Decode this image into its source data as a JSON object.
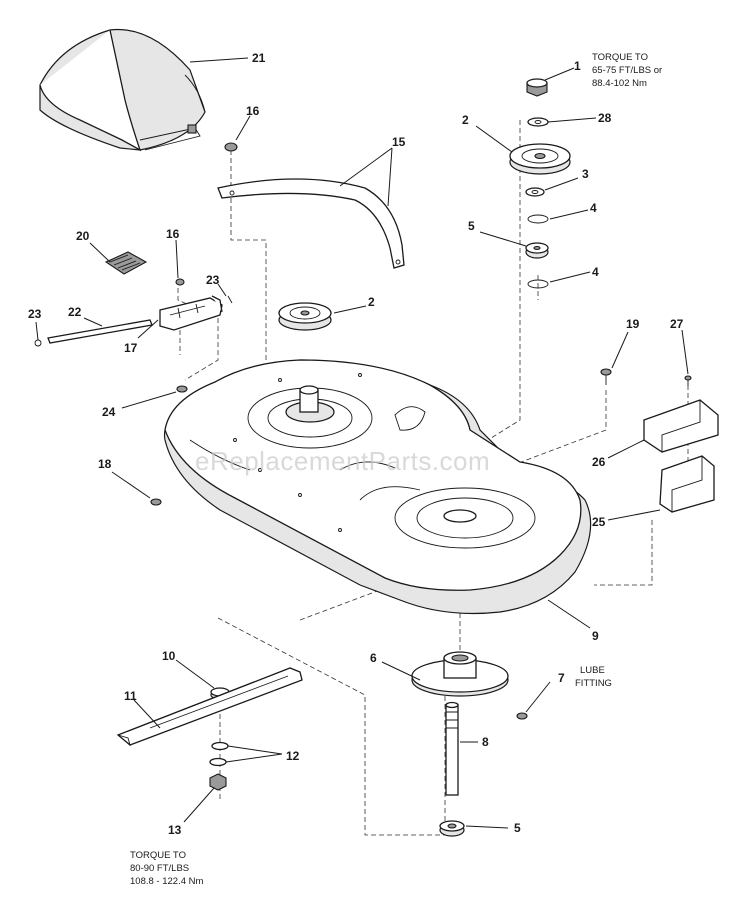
{
  "watermark": "eReplacementParts.com",
  "notes": {
    "torque_top": [
      "TORQUE TO",
      "65-75 FT/LBS or",
      "88.4-102 Nm"
    ],
    "torque_bottom": [
      "TORQUE TO",
      "80-90 FT/LBS",
      "108.8 - 122.4 Nm"
    ],
    "lube": [
      "LUBE",
      "FITTING"
    ]
  },
  "callouts": {
    "c21": "21",
    "c16a": "16",
    "c15": "15",
    "c1": "1",
    "c2a": "2",
    "c28": "28",
    "c3": "3",
    "c4a": "4",
    "c5a": "5",
    "c4b": "4",
    "c20": "20",
    "c16b": "16",
    "c23a": "23",
    "c23b": "23",
    "c22": "22",
    "c17": "17",
    "c2b": "2",
    "c19": "19",
    "c27": "27",
    "c24": "24",
    "c18": "18",
    "c26": "26",
    "c25": "25",
    "c9": "9",
    "c6": "6",
    "c7": "7",
    "c10": "10",
    "c11": "11",
    "c12": "12",
    "c8": "8",
    "c13": "13",
    "c5b": "5"
  }
}
